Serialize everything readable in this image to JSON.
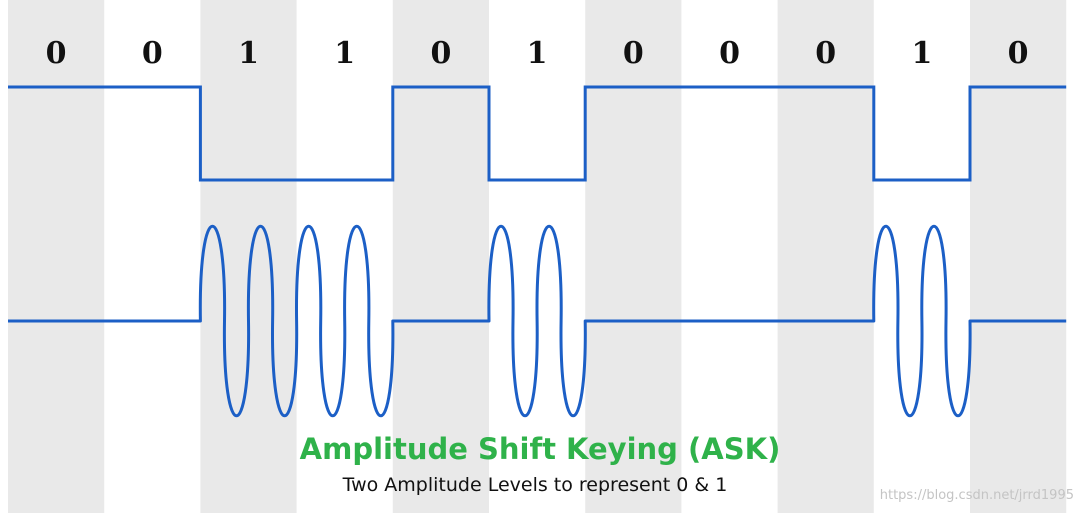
{
  "bits": [
    "0",
    "0",
    "1",
    "1",
    "0",
    "1",
    "0",
    "0",
    "0",
    "1",
    "0"
  ],
  "caption": {
    "title": "Amplitude Shift Keying (ASK)",
    "subtitle": "Two Amplitude Levels to represent 0 & 1"
  },
  "watermark": "https://blog.csdn.net/jrrd1995",
  "colors": {
    "signal": "#1c5fc6",
    "title": "#2fb24a",
    "stripe": "#e9e9e9",
    "text": "#111111",
    "watermark": "#c4c4c4"
  }
}
